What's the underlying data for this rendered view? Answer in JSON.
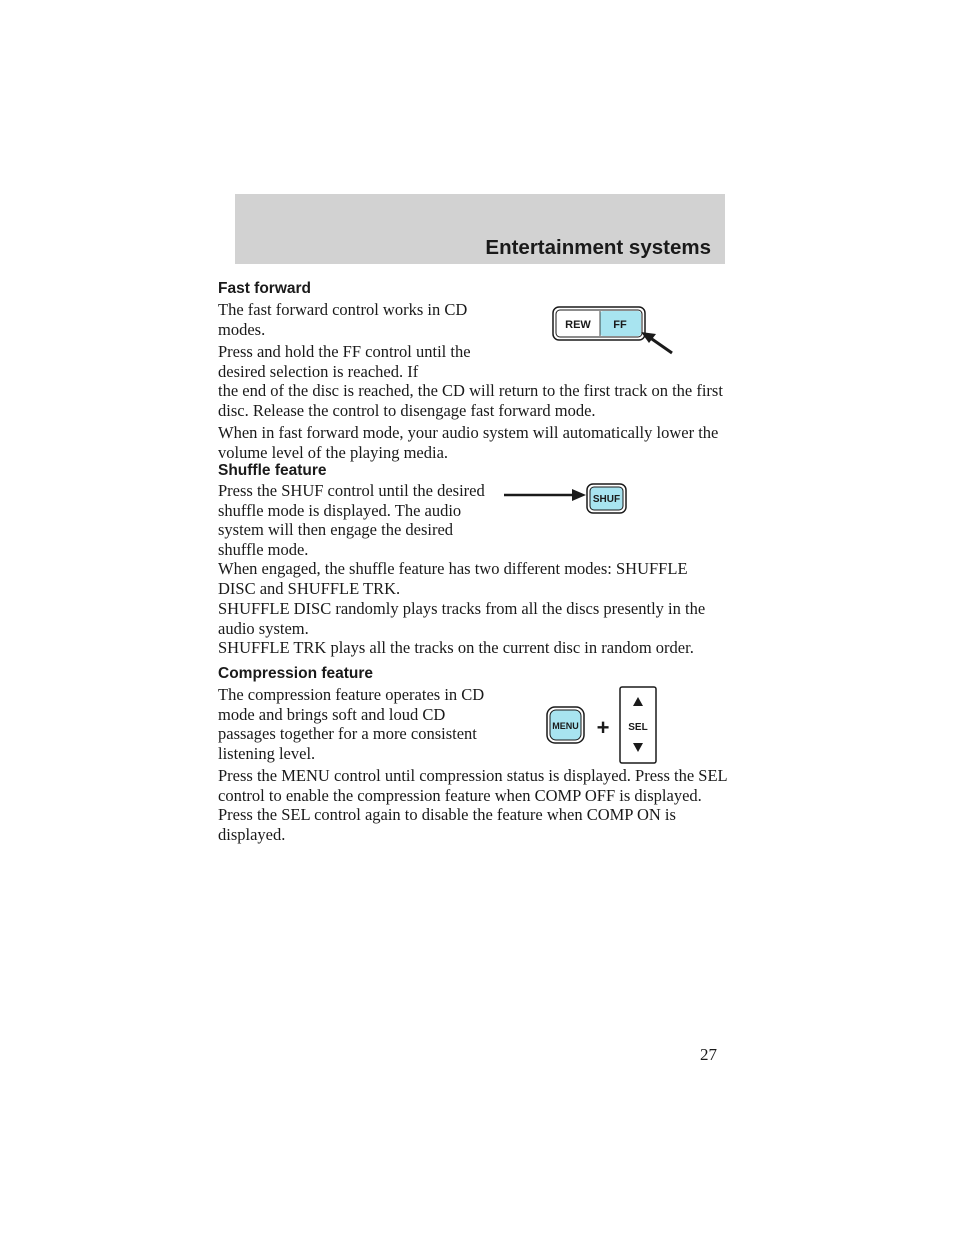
{
  "header": {
    "title": "Entertainment systems"
  },
  "sections": {
    "fast_forward": {
      "heading": "Fast forward",
      "p1": "The fast forward control works in CD modes.",
      "p2a": "Press and hold the FF control until the desired selection is reached. If",
      "p2b": "the end of the disc is reached, the CD will return to the first track on the first disc. Release the control to disengage fast forward mode.",
      "p3": "When in fast forward mode, your audio system will automatically lower the volume level of the playing media."
    },
    "shuffle": {
      "heading": "Shuffle feature",
      "p1": "Press the SHUF control until the desired shuffle mode is displayed. The audio system will then engage the desired shuffle mode.",
      "p2": "When engaged, the shuffle feature has two different modes: SHUFFLE DISC and SHUFFLE TRK.",
      "p3": "SHUFFLE DISC randomly plays tracks from all the discs presently in the audio system.",
      "p4": "SHUFFLE TRK plays all the tracks on the current disc in random order."
    },
    "compression": {
      "heading": "Compression feature",
      "p1": "The compression feature operates in CD mode and brings soft and loud CD passages together for a more consistent listening level.",
      "p2": "Press the MENU control until compression status is displayed. Press the SEL control to enable the compression feature when COMP OFF is displayed. Press the SEL control again to disable the feature when COMP ON is displayed."
    }
  },
  "figures": {
    "rew_ff": {
      "rew_label": "REW",
      "ff_label": "FF"
    },
    "shuf": {
      "label": "SHUF"
    },
    "menu_sel": {
      "menu_label": "MENU",
      "plus": "+",
      "sel_label": "SEL"
    }
  },
  "colors": {
    "button_highlight": "#a8e4f0",
    "header_band": "#d2d2d2"
  },
  "page_number": "27"
}
